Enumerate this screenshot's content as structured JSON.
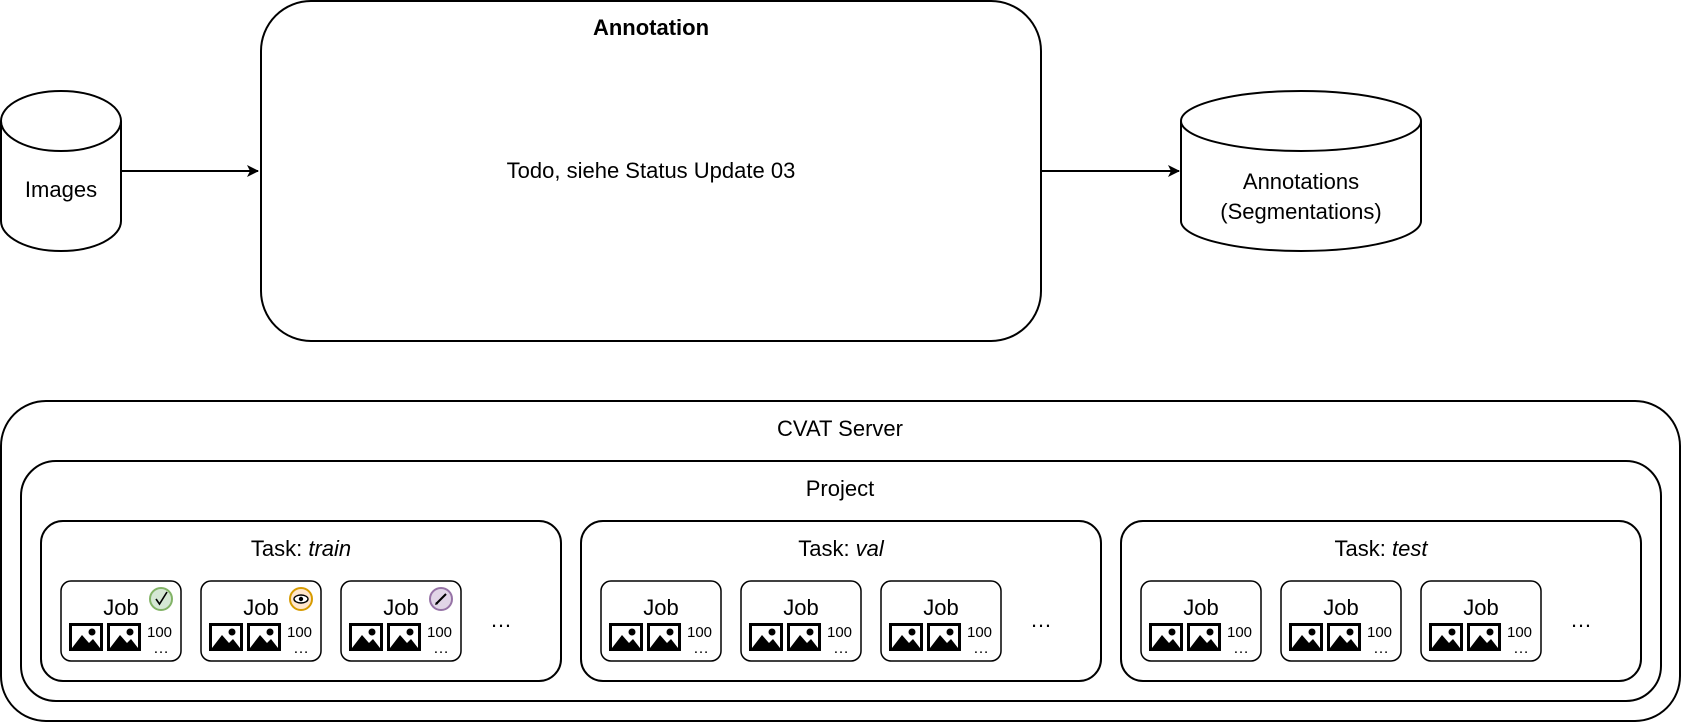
{
  "nodes": {
    "images": {
      "label": "Images"
    },
    "annotation": {
      "title": "Annotation",
      "body": "Todo, siehe Status Update 03"
    },
    "annotations": {
      "line1": "Annotations",
      "line2": "(Segmentations)"
    }
  },
  "cvat": {
    "server_label": "CVAT Server",
    "project_label": "Project",
    "task_prefix": "Task: ",
    "tasks": [
      {
        "name": "train",
        "jobs": [
          {
            "label": "Job",
            "count": "100",
            "more": "…",
            "status": "done",
            "status_icon": "checkmark-icon",
            "status_color": "#82b366",
            "status_fill": "#d5e8d4"
          },
          {
            "label": "Job",
            "count": "100",
            "more": "…",
            "status": "review",
            "status_icon": "eye-icon",
            "status_color": "#d79b00",
            "status_fill": "#ffe6cc"
          },
          {
            "label": "Job",
            "count": "100",
            "more": "…",
            "status": "annotating",
            "status_icon": "pen-icon",
            "status_color": "#9673a6",
            "status_fill": "#e1d5e7"
          }
        ],
        "more": "…"
      },
      {
        "name": "val",
        "jobs": [
          {
            "label": "Job",
            "count": "100",
            "more": "…"
          },
          {
            "label": "Job",
            "count": "100",
            "more": "…"
          },
          {
            "label": "Job",
            "count": "100",
            "more": "…"
          }
        ],
        "more": "…"
      },
      {
        "name": "test",
        "jobs": [
          {
            "label": "Job",
            "count": "100",
            "more": "…"
          },
          {
            "label": "Job",
            "count": "100",
            "more": "…"
          },
          {
            "label": "Job",
            "count": "100",
            "more": "…"
          }
        ],
        "more": "…"
      }
    ]
  },
  "edges": [
    {
      "from": "images",
      "to": "annotation"
    },
    {
      "from": "annotation",
      "to": "annotations"
    }
  ]
}
